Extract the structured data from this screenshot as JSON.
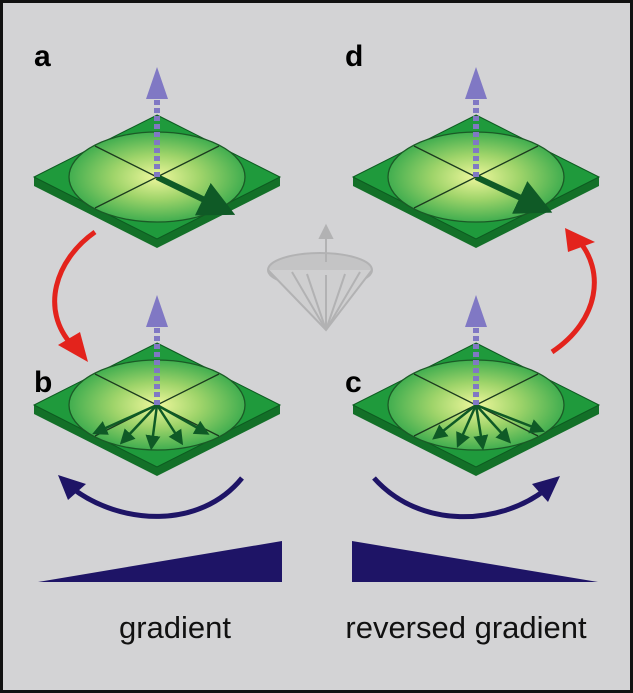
{
  "panels": {
    "a": "a",
    "b": "b",
    "c": "c",
    "d": "d"
  },
  "captions": {
    "left": "gradient",
    "right": "reversed gradient"
  },
  "colors": {
    "background": "#d3d3d5",
    "plate": "#1f9a3c",
    "plate_side": "#137028",
    "vertical_arrow": "#8078c4",
    "plate_arrow": "#0f5a26",
    "red_arrow": "#e3231c",
    "blue": "#1e1466"
  }
}
